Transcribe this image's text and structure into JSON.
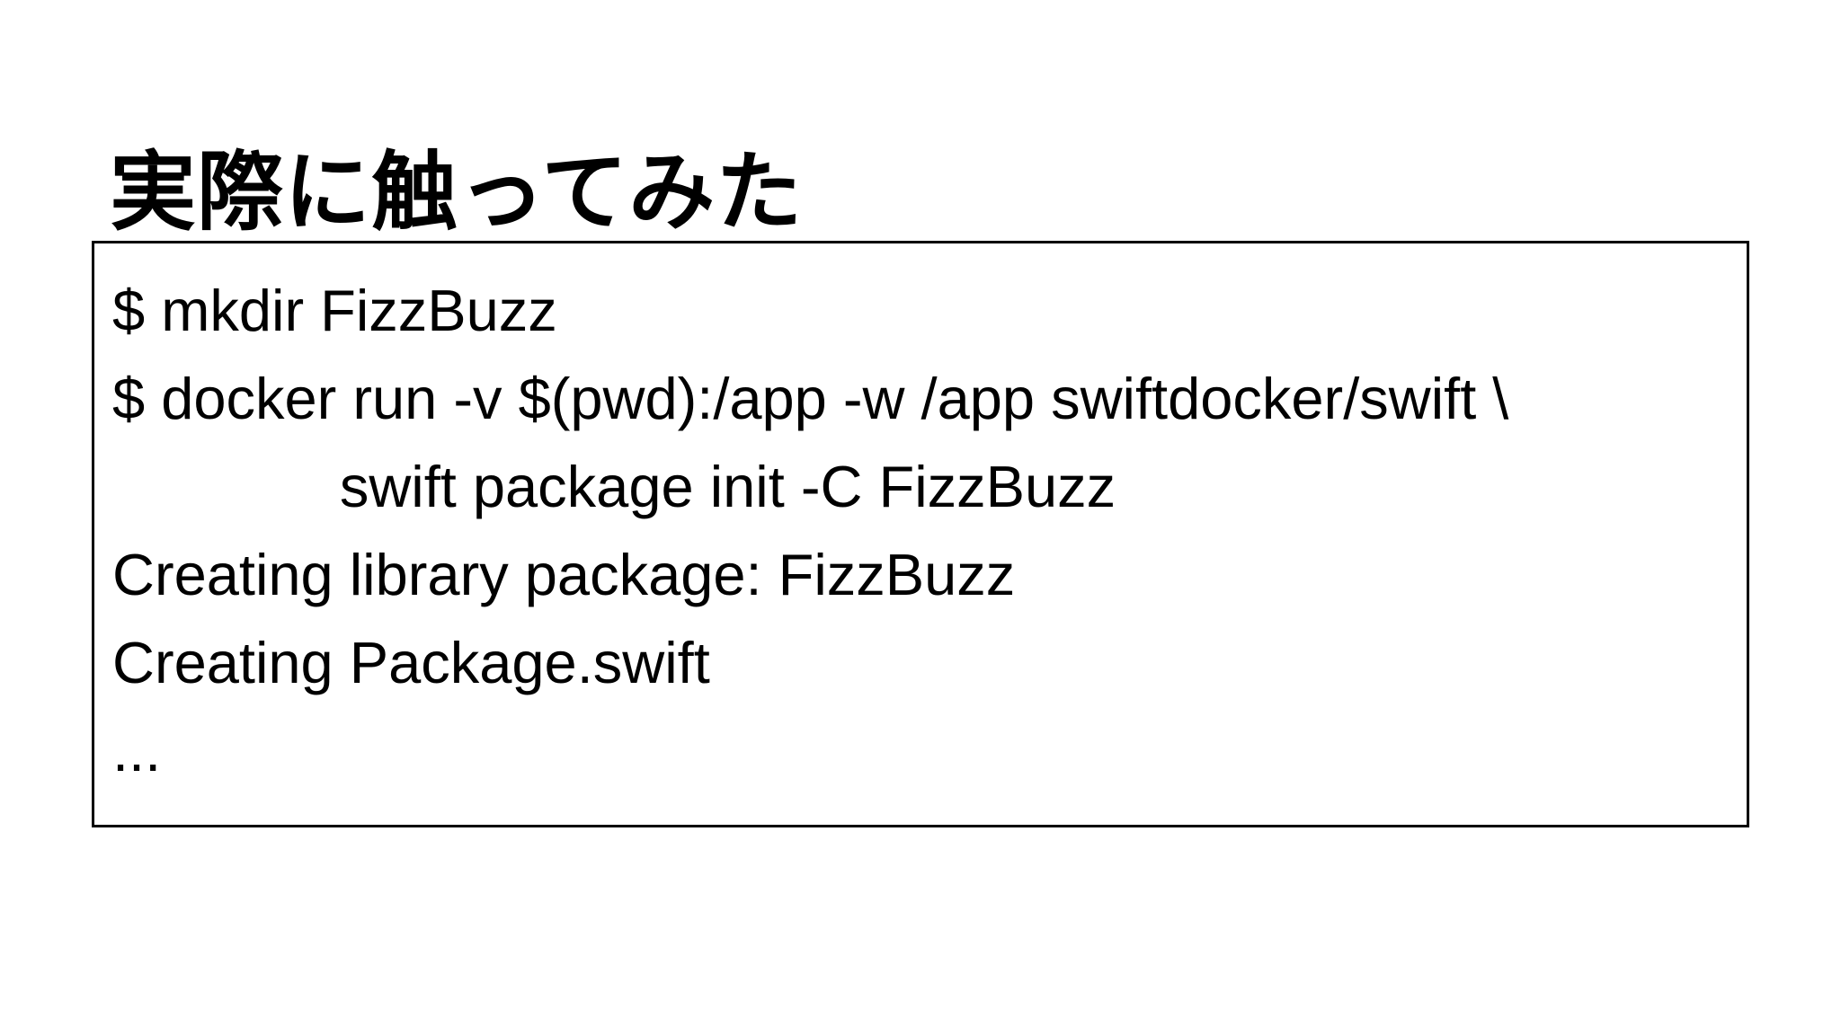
{
  "slide": {
    "title": "実際に触ってみた"
  },
  "terminal": {
    "lines": [
      "$ mkdir FizzBuzz",
      "$ docker run -v $(pwd):/app -w /app swiftdocker/swift \\",
      "              swift package init -C FizzBuzz",
      "Creating library package: FizzBuzz",
      "Creating Package.swift",
      "..."
    ]
  },
  "colors": {
    "text": "#000000",
    "background": "#ffffff",
    "box_border": "#000000"
  }
}
